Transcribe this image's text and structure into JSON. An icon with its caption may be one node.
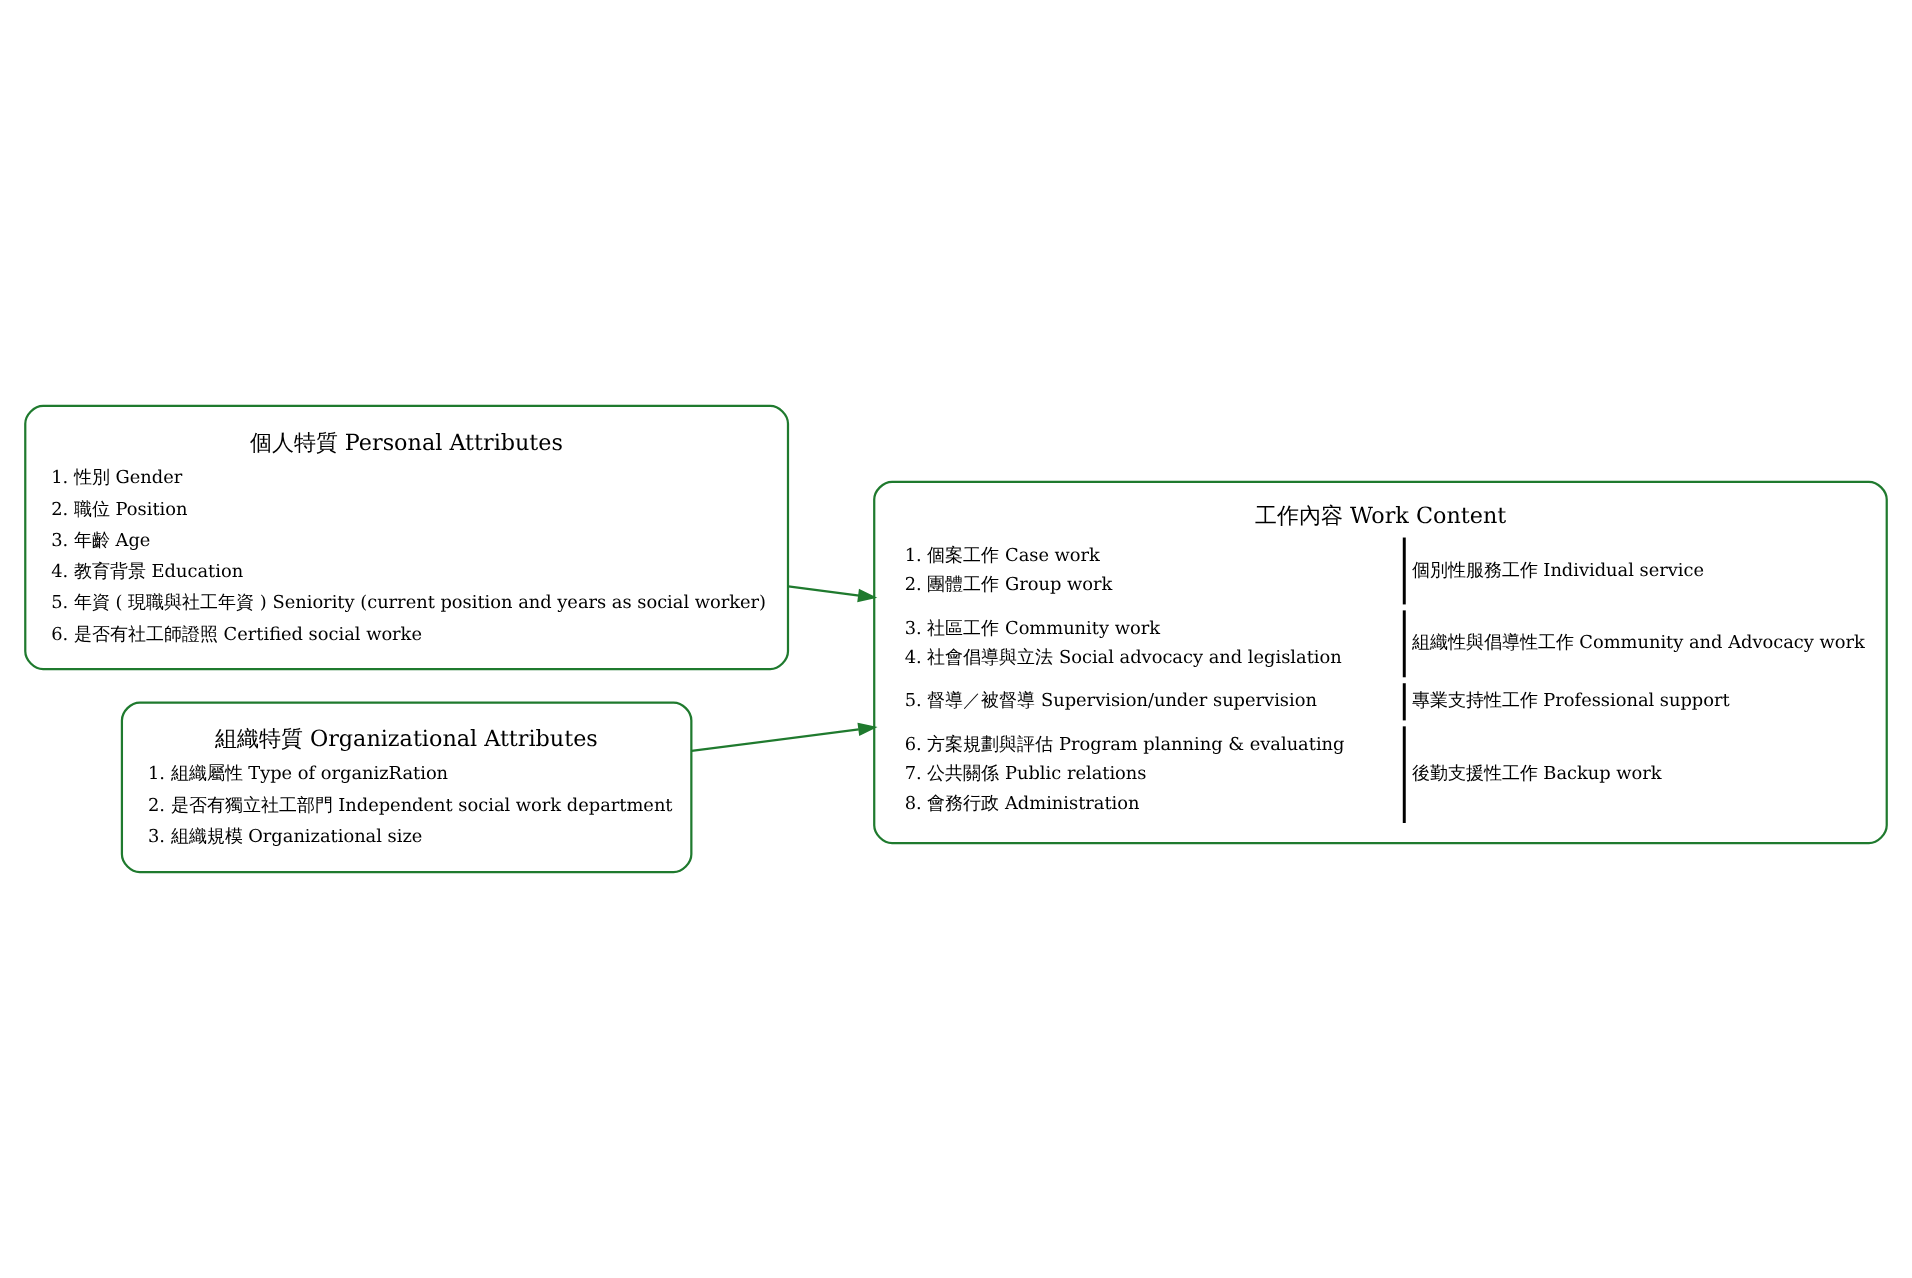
{
  "diagram": {
    "nodes": [
      {
        "text": [
          "個人特質 Personal Attributes",
          "1. 性別 Gender",
          "2. 職位 Position",
          "3. 年齡 Age",
          "4. 教育背景 Education",
          "5. 年資 ( 現職與社工年資 ) Seniority (current position and years as social worker)",
          "6. 是否有社工師證照 Certified social worke"
        ]
      },
      {
        "text": [
          "組織特質 Organizational Attributes",
          "1. 組織屬性 Type of organizRation",
          "2. 是否有獨立社工部門 Independent social work department",
          "3. 組織規模 Organizational size"
        ]
      },
      {
        "text": [
          "工作內容 Work Content",
          "1. 個案工作 Case work",
          "2. 團體工作 Group work",
          "3. 社區工作 Community work",
          "4. 社會倡導與立法 Social advocacy and legislation",
          "5. 督導／被督導 Supervision/under supervision",
          "6. 方案規劃與評估 Program planning & evaluating",
          "7. 公共關係 Public relations",
          "8. 會務行政 Administration",
          "個別性服務工作 Individual service",
          "組織性與倡導性工作 Community and Advocacy work",
          "專業支持性工作 Professional support",
          "後勤支援性工作 Backup work"
        ]
      }
    ],
    "edges": [
      {
        "from": 0,
        "to": 2,
        "arrow": "to"
      },
      {
        "from": 1,
        "to": 2,
        "arrow": "to"
      }
    ]
  }
}
